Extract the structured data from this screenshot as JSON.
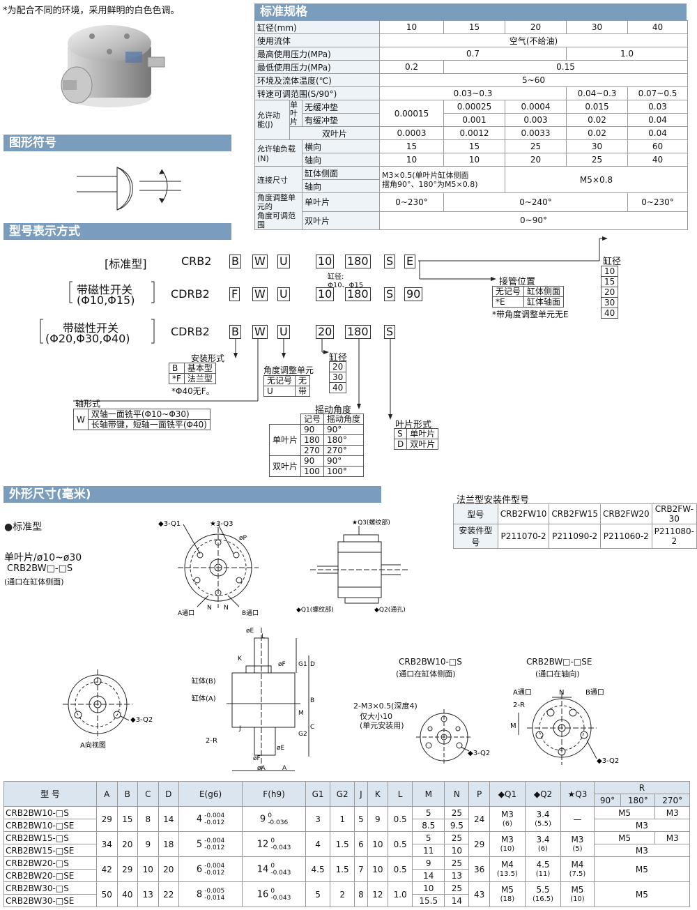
{
  "intro_note": "*为配合不同的环境，采用鲜明的白色色调。",
  "sections": {
    "spec": "标准规格",
    "symbol": "图形符号",
    "model": "型号表示方式",
    "outline": "外形尺寸(毫米)"
  },
  "spec": {
    "bore_label": "缸径(mm)",
    "bores": [
      "10",
      "15",
      "20",
      "30",
      "40"
    ],
    "fluid_label": "使用流体",
    "fluid": "空气(不给油)",
    "maxp_label": "最高使用压力(MPa)",
    "maxp": [
      "0.7",
      "1.0"
    ],
    "minp_label": "最低使用压力(MPa)",
    "minp": [
      "0.2",
      "0.15"
    ],
    "temp_label": "环境及流体温度(℃)",
    "temp": "5~60",
    "speed_label": "转速可调范围(S/90°)",
    "speed": [
      "0.03~0.3",
      "0.04~0.3",
      "0.07~0.5"
    ],
    "energy_label": "允许动能(J)",
    "single_label": "单叶片",
    "double_label": "双叶片",
    "no_cushion": "无缓冲垫",
    "with_cushion": "有缓冲垫",
    "energy_single_shared": "0.00015",
    "energy_no_cushion": [
      "0.00025",
      "0.0004",
      "0.015",
      "0.03"
    ],
    "energy_with_cushion": [
      "0.001",
      "0.003",
      "0.02",
      "0.04"
    ],
    "energy_double": [
      "0.0003",
      "0.0012",
      "0.0033",
      "0.02",
      "0.04"
    ],
    "load_label": "允许轴负载(N)",
    "radial": "横向",
    "axial": "轴向",
    "load_radial": [
      "15",
      "15",
      "25",
      "30",
      "60"
    ],
    "load_axial": [
      "10",
      "10",
      "20",
      "25",
      "40"
    ],
    "conn_label": "连接尺寸",
    "conn_side": "缸体侧面",
    "conn_axial": "轴向",
    "conn_small_1": "M3×0.5(单叶片缸体侧面",
    "conn_small_2": "摆角90°、180°为M5×0.8)",
    "conn_large": "M5×0.8",
    "angle_label_1": "角度调整单元的",
    "angle_label_2": "角度可调范围",
    "angle_single": [
      "0~230°",
      "0~240°",
      "0~230°"
    ],
    "angle_double": "0~90°"
  },
  "model": {
    "rows": [
      {
        "label": "[标准型]",
        "code": "CRB2",
        "a": "B",
        "b": "W",
        "c": "U",
        "d": "10",
        "e": "180",
        "f": "S",
        "g": "E"
      },
      {
        "label1": "带磁性开关",
        "label2": "(Φ10,Φ15)",
        "code": "CDRB2",
        "a": "F",
        "b": "W",
        "c": "U",
        "d": "10",
        "e": "180",
        "f": "S",
        "g": "90"
      },
      {
        "label1": "带磁性开关",
        "label2": "(Φ20,Φ30,Φ40)",
        "code": "CDRB2",
        "a": "B",
        "b": "W",
        "c": "U",
        "d": "20",
        "e": "180",
        "f": "S"
      }
    ],
    "bore_small_note": "缸径:",
    "bore_small_vals": "Φ10、Φ15",
    "bore_title": "缸径",
    "bore_list": [
      "10",
      "15",
      "20",
      "30",
      "40"
    ],
    "port_title": "接管位置",
    "port_rows": [
      [
        "无记号",
        "缸体侧面"
      ],
      [
        "*E",
        "缸体轴面"
      ]
    ],
    "port_note": "*带角度调整单元无E",
    "mount_title": "安装形式",
    "mount_rows": [
      [
        "B",
        "基本型"
      ],
      [
        "*F",
        "法兰型"
      ]
    ],
    "mount_note": "*Φ40无F。",
    "adj_title": "角度调整单元",
    "adj_rows": [
      [
        "无记号",
        "无"
      ],
      [
        "U",
        "带"
      ]
    ],
    "bore2_title": "缸径",
    "bore2_list": [
      "20",
      "30",
      "40"
    ],
    "shaft_title": "轴形式",
    "shaft_code": "W",
    "shaft_1": "双轴一面铣平(Φ10~Φ30)",
    "shaft_2": "长轴带键，短轴一面铣平(Φ40)",
    "swing_title": "摇动角度",
    "swing_h1": "记号",
    "swing_h2": "摇动角度",
    "swing_single": "单叶片",
    "swing_double": "双叶片",
    "swing_rows": [
      [
        "90",
        "90°"
      ],
      [
        "180",
        "180°"
      ],
      [
        "270",
        "270°"
      ],
      [
        "90",
        "90°"
      ],
      [
        "100",
        "100°"
      ]
    ],
    "vane_title": "叶片形式",
    "vane_rows": [
      [
        "S",
        "单叶片"
      ],
      [
        "D",
        "双叶片"
      ]
    ]
  },
  "flange": {
    "title": "法兰型安装件型号",
    "h_label": "型号",
    "r_label": "安装件型号",
    "models": [
      "CRB2FW10",
      "CRB2FW15",
      "CRB2FW20",
      "CRB2FW-30"
    ],
    "parts": [
      "P211070-2",
      "P211090-2",
      "P211060-2",
      "P211080-2"
    ]
  },
  "drawing": {
    "std_label": "●标准型",
    "single_label": "单叶片/ø10~ø30",
    "model_code": "CRB2BW□-□S",
    "port_side": "(通口在缸体侧面)",
    "q1": "◆3-Q1",
    "q3": "★3-Q3",
    "phi_p": "øP",
    "a_port": "A通口",
    "b_port": "B通口",
    "n": "N",
    "n2": "N",
    "q3_thread": "★Q3(螺纹部)",
    "q1_thread": "◆Q1(螺纹部)",
    "q2_hole": "◆Q2(通孔)",
    "a_view": "A向视图",
    "q2_3": "◆3-Q2",
    "body_b": "缸体(B)",
    "body_a": "缸体(A)",
    "r2": "2-R",
    "dims": [
      "øE",
      "L",
      "K",
      "øF",
      "G1",
      "D",
      "B",
      "M",
      "C",
      "G2",
      "J",
      "øF",
      "øE",
      "øA",
      "A"
    ],
    "s_title": "CRB2BW10-□S",
    "s_sub": "(通口在缸体侧面)",
    "m3_1": "2-M3×0.5(深度4)",
    "m3_2": "仅大小10",
    "m3_3": "(单元安装用)",
    "se_title": "CRB2BW□-□SE",
    "se_sub": "(通口在轴向)",
    "se_a": "A通口",
    "se_b": "B通口",
    "se_n": "N",
    "se_r": "2-R",
    "se_m": "M"
  },
  "dim_table": {
    "headers": [
      "型 号",
      "A",
      "B",
      "C",
      "D",
      "E(g6)",
      "F(h9)",
      "G1",
      "G2",
      "J",
      "K",
      "L",
      "M",
      "N",
      "P",
      "◆Q1",
      "◆Q2",
      "★Q3"
    ],
    "r_header": "R",
    "r_sub": [
      "90°",
      "180°",
      "270°"
    ],
    "groups": [
      {
        "models": [
          "CRB2BW10-□S",
          "CRB2BW10-□SE"
        ],
        "A": "29",
        "B": "15",
        "C": "8",
        "D": "14",
        "E": "4",
        "E_tol": [
          "-0.004",
          "-0.012"
        ],
        "F": "9",
        "F_tol": [
          "0",
          "-0.036"
        ],
        "G1": "3",
        "G2": "1",
        "J": "5",
        "K": "9",
        "L": "0.5",
        "M": [
          "5",
          "8.5"
        ],
        "N": [
          "25",
          "9.5"
        ],
        "P": "24",
        "Q1": [
          "M3",
          "(6)"
        ],
        "Q2": [
          "3.4",
          "(5.5)"
        ],
        "Q3": [
          "—"
        ],
        "R_top": [
          "M5",
          "M3"
        ],
        "R_bottom": "M3"
      },
      {
        "models": [
          "CRB2BW15-□S",
          "CRB2BW15-□SE"
        ],
        "A": "34",
        "B": "20",
        "C": "9",
        "D": "18",
        "E": "5",
        "E_tol": [
          "-0.004",
          "-0.012"
        ],
        "F": "12",
        "F_tol": [
          "0",
          "-0.043"
        ],
        "G1": "4",
        "G2": "1.5",
        "J": "6",
        "K": "10",
        "L": "0.5",
        "M": [
          "5",
          "11"
        ],
        "N": [
          "25",
          "10"
        ],
        "P": "29",
        "Q1": [
          "M3",
          "(10)"
        ],
        "Q2": [
          "3.4",
          "(6)"
        ],
        "Q3": [
          "M3",
          "(5)"
        ],
        "R_top": [
          "M5",
          "M3"
        ],
        "R_bottom": "M3"
      },
      {
        "models": [
          "CRB2BW20-□S",
          "CRB2BW20-□SE"
        ],
        "A": "42",
        "B": "29",
        "C": "10",
        "D": "20",
        "E": "6",
        "E_tol": [
          "-0.004",
          "-0.012"
        ],
        "F": "14",
        "F_tol": [
          "0",
          "-0.043"
        ],
        "G1": "4.5",
        "G2": "1.5",
        "J": "7",
        "K": "10",
        "L": "0.5",
        "M": [
          "9",
          "14"
        ],
        "N": [
          "25",
          "13"
        ],
        "P": "36",
        "Q1": [
          "M4",
          "(13.5)"
        ],
        "Q2": [
          "4.5",
          "(11)"
        ],
        "Q3": [
          "M4",
          "(7.5)"
        ],
        "R_all": "M5"
      },
      {
        "models": [
          "CRB2BW30-□S",
          "CRB2BW30-□SE"
        ],
        "A": "50",
        "B": "40",
        "C": "13",
        "D": "22",
        "E": "8",
        "E_tol": [
          "-0.005",
          "-0.014"
        ],
        "F": "16",
        "F_tol": [
          "0",
          "-0.043"
        ],
        "G1": "5",
        "G2": "2",
        "J": "8",
        "K": "12",
        "L": "1.0",
        "M": [
          "10",
          "15.5"
        ],
        "N": [
          "25",
          "14"
        ],
        "P": "43",
        "Q1": [
          "M5",
          "(18)"
        ],
        "Q2": [
          "5.5",
          "(16.5)"
        ],
        "Q3": [
          "M5",
          "(10)"
        ],
        "R_all": "M5"
      }
    ]
  }
}
